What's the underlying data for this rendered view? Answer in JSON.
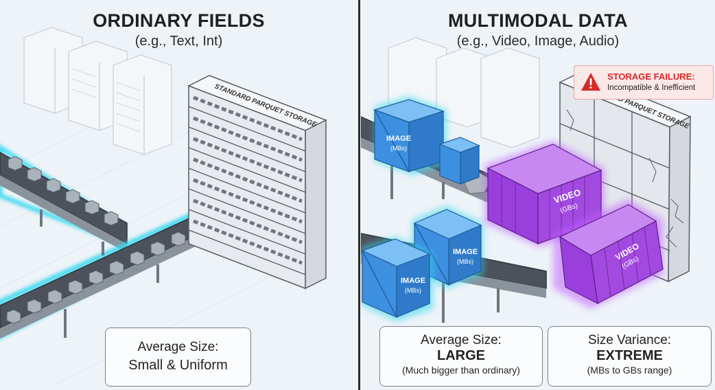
{
  "left": {
    "title": "ORDINARY FIELDS",
    "subtitle": "(e.g., Text, Int)",
    "storage_label": "STANDARD PARQUET STORAGE",
    "info": {
      "line1": "Average Size:",
      "line2": "Small & Uniform"
    }
  },
  "right": {
    "title": "MULTIMODAL DATA",
    "subtitle": "(e.g., Video, Image, Audio)",
    "storage_label": "STANDARD PARQUET STORAGE",
    "alert": {
      "title": "STORAGE FAILURE:",
      "detail": "Incompatible & Inefficient",
      "icon": "warning-triangle-icon"
    },
    "containers": [
      {
        "label": "IMAGE",
        "unit": "(MBs)"
      },
      {
        "label": "IMAGE",
        "unit": "(MBs)"
      },
      {
        "label": "IMAGE",
        "unit": "(MBs)"
      },
      {
        "label": "VIDEO",
        "unit": "(GBs)"
      },
      {
        "label": "VIDEO",
        "unit": "(GBs)"
      }
    ],
    "info_size": {
      "line1": "Average Size:",
      "line2": "LARGE",
      "line3": "(Much bigger than ordinary)"
    },
    "info_variance": {
      "line1": "Size Variance:",
      "line2": "EXTREME",
      "line3": "(MBs to GBs range)"
    }
  },
  "colors": {
    "image_crate": "#3d8fe0",
    "video_container": "#a24ae0",
    "glow_cyan": "#35d8f0",
    "alert_red": "#d62828"
  }
}
